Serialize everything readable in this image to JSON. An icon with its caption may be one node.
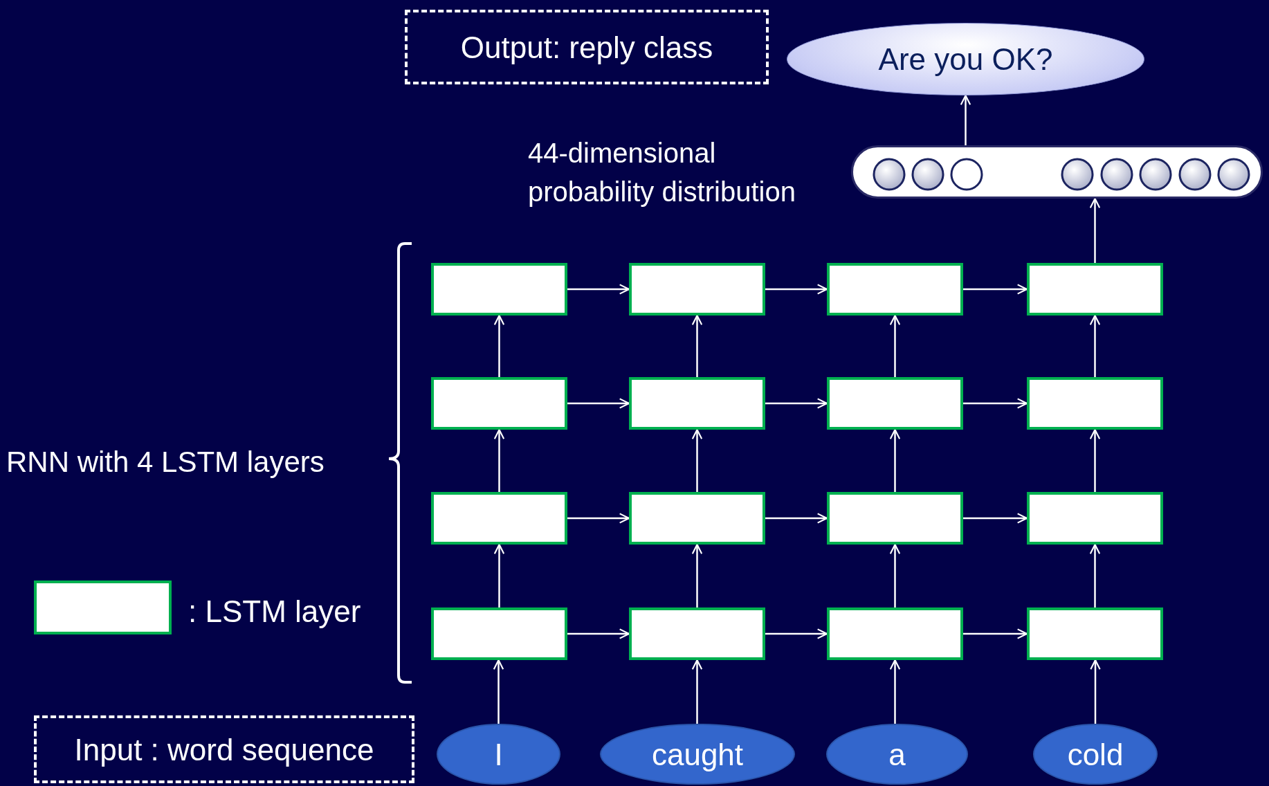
{
  "diagram": {
    "nodes": [
      {
        "text": [
          "Output: reply class"
        ]
      },
      {
        "text": [
          "Are you OK?"
        ]
      },
      {
        "text": [],
        "shape": "bar",
        "beside": [
          "44-dimensional probability distribution"
        ]
      },
      {
        "text": [],
        "shape": "box"
      },
      {
        "text": [],
        "shape": "box"
      },
      {
        "text": [],
        "shape": "box"
      },
      {
        "text": [],
        "shape": "box"
      },
      {
        "text": [],
        "shape": "box"
      },
      {
        "text": [],
        "shape": "box"
      },
      {
        "text": [],
        "shape": "box"
      },
      {
        "text": [],
        "shape": "box"
      },
      {
        "text": [],
        "shape": "box"
      },
      {
        "text": [],
        "shape": "box"
      },
      {
        "text": [],
        "shape": "box"
      },
      {
        "text": [],
        "shape": "box"
      },
      {
        "text": [],
        "shape": "box"
      },
      {
        "text": [],
        "shape": "box"
      },
      {
        "text": [],
        "shape": "box"
      },
      {
        "text": [],
        "shape": "box"
      },
      {
        "text": [
          "I"
        ]
      },
      {
        "text": [
          "caught"
        ]
      },
      {
        "text": [
          "a"
        ]
      },
      {
        "text": [
          "cold"
        ]
      },
      {
        "text": [
          "Input : word sequence"
        ]
      }
    ],
    "edges": [
      {
        "from": 2,
        "to": 1,
        "arrow": "to"
      },
      {
        "from": 6,
        "to": 2,
        "arrow": "to"
      },
      {
        "from": 3,
        "to": 4,
        "arrow": "to"
      },
      {
        "from": 4,
        "to": 5,
        "arrow": "to"
      },
      {
        "from": 5,
        "to": 6,
        "arrow": "to"
      },
      {
        "from": 7,
        "to": 3,
        "arrow": "to"
      },
      {
        "from": 8,
        "to": 4,
        "arrow": "to"
      },
      {
        "from": 9,
        "to": 5,
        "arrow": "to"
      },
      {
        "from": 10,
        "to": 6,
        "arrow": "to"
      },
      {
        "from": 7,
        "to": 8,
        "arrow": "to"
      },
      {
        "from": 8,
        "to": 9,
        "arrow": "to"
      },
      {
        "from": 9,
        "to": 10,
        "arrow": "to"
      },
      {
        "from": 11,
        "to": 7,
        "arrow": "to"
      },
      {
        "from": 12,
        "to": 8,
        "arrow": "to"
      },
      {
        "from": 13,
        "to": 9,
        "arrow": "to"
      },
      {
        "from": 14,
        "to": 10,
        "arrow": "to"
      },
      {
        "from": 11,
        "to": 12,
        "arrow": "to"
      },
      {
        "from": 12,
        "to": 13,
        "arrow": "to"
      },
      {
        "from": 13,
        "to": 14,
        "arrow": "to"
      },
      {
        "from": 15,
        "to": 11,
        "arrow": "to"
      },
      {
        "from": 16,
        "to": 12,
        "arrow": "to"
      },
      {
        "from": 17,
        "to": 13,
        "arrow": "to"
      },
      {
        "from": 18,
        "to": 14,
        "arrow": "to"
      },
      {
        "from": 15,
        "to": 16,
        "arrow": "to"
      },
      {
        "from": 16,
        "to": 17,
        "arrow": "to"
      },
      {
        "from": 17,
        "to": 18,
        "arrow": "to"
      },
      {
        "from": 19,
        "to": 15,
        "arrow": "to"
      },
      {
        "from": 20,
        "to": 16,
        "arrow": "to"
      },
      {
        "from": 21,
        "to": 17,
        "arrow": "to"
      },
      {
        "from": 22,
        "to": 18,
        "arrow": "to"
      }
    ],
    "labels": [
      "RNN with 4 LSTM layers"
    ],
    "legend": [
      {
        "text": ": LSTM layer"
      }
    ]
  }
}
